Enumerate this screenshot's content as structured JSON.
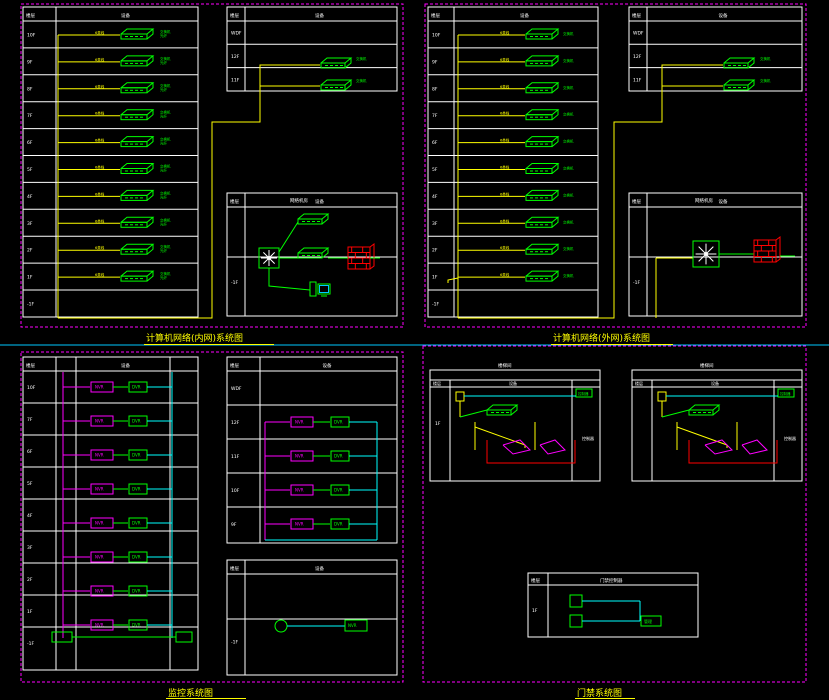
{
  "colors": {
    "background": "#000000",
    "frame": "#ff00ff",
    "grid": "#ffffff",
    "bus": "#ffff00",
    "device": "#00ff00",
    "cyan": "#00ffff",
    "magenta": "#ff00ff",
    "red": "#ff0000",
    "separator": "#00c8ff"
  },
  "captions": {
    "q1": "计算机网络(内网)系统图",
    "q2": "计算机网络(外网)系统图",
    "q3": "监控系统图",
    "q4": "门禁系统图"
  },
  "table_headers": {
    "floor": "楼层",
    "equipment": "设备"
  },
  "floors_q1": [
    "10F",
    "9F",
    "8F",
    "7F",
    "6F",
    "5F",
    "4F",
    "3F",
    "2F",
    "1F",
    "-1F"
  ],
  "floors_q1_right": [
    "WDF",
    "12F",
    "11F"
  ],
  "floors_q3": [
    "10F",
    "7F",
    "6F",
    "5F",
    "4F",
    "3F",
    "2F",
    "1F",
    "-1F"
  ],
  "floors_q3_right": [
    "WDF",
    "12F",
    "11F",
    "10F",
    "9F"
  ],
  "machine_room": {
    "title": "网络机房",
    "floor": "-1F"
  },
  "device_labels": {
    "switch": "交换机",
    "cable": "6类线",
    "fiber": "光纤",
    "nvr": "NVR",
    "dvr": "DVR",
    "controller": "控制器"
  },
  "q4_blocks": [
    {
      "label": "楼梯间",
      "floor": "1F",
      "title": "控制器"
    },
    {
      "label": "楼梯间",
      "floor": "",
      "title": "控制器"
    }
  ],
  "q4_bottom": {
    "title": "门禁控制器",
    "floor": "1F",
    "device": "管理"
  },
  "icons": [
    "switch-icon",
    "firewall-icon",
    "router-icon",
    "computer-icon",
    "camera-icon",
    "lock-icon"
  ]
}
